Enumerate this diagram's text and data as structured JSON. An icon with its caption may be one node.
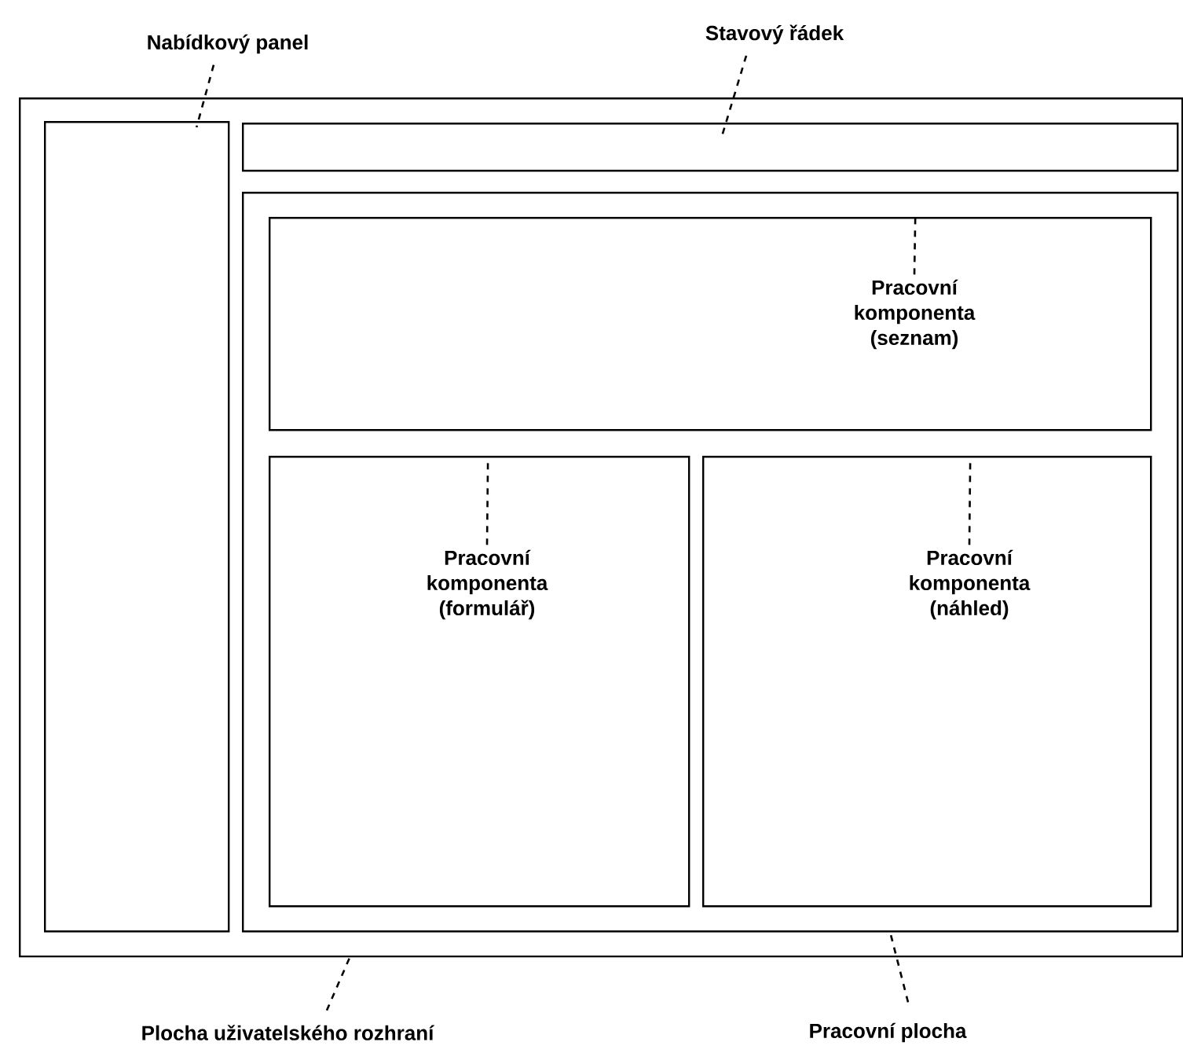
{
  "diagram": {
    "nodes": [
      {
        "text": [
          "Nabídkový panel"
        ]
      },
      {
        "text": [
          "Stavový řádek"
        ]
      },
      {
        "text": [],
        "shape": "box"
      },
      {
        "text": [],
        "shape": "box",
        "in": 2
      },
      {
        "text": [],
        "shape": "box",
        "in": 2
      },
      {
        "text": [],
        "shape": "box",
        "in": 2
      },
      {
        "text": [],
        "shape": "box",
        "in": 5
      },
      {
        "text": [
          "Pracovní komponenta (seznam)"
        ],
        "in": 6
      },
      {
        "text": [],
        "shape": "box",
        "in": 5
      },
      {
        "text": [
          "Pracovní komponenta (formulář)"
        ],
        "in": 8
      },
      {
        "text": [],
        "shape": "box",
        "in": 5
      },
      {
        "text": [
          "Pracovní komponenta (náhled)"
        ],
        "in": 10
      },
      {
        "text": [
          "Plocha uživatelského rozhraní"
        ]
      },
      {
        "text": [
          "Pracovní plocha"
        ]
      }
    ],
    "edges": [
      {
        "from": 0,
        "to": 3,
        "arrow": "none",
        "style": "dashed"
      },
      {
        "from": 1,
        "to": 4,
        "arrow": "none",
        "style": "dashed"
      },
      {
        "from": 7,
        "to": 6,
        "arrow": "none",
        "style": "dashed"
      },
      {
        "from": 9,
        "to": 8,
        "arrow": "none",
        "style": "dashed"
      },
      {
        "from": 11,
        "to": 10,
        "arrow": "none",
        "style": "dashed"
      },
      {
        "from": 12,
        "to": 2,
        "arrow": "none",
        "style": "dashed"
      },
      {
        "from": 13,
        "to": 5,
        "arrow": "none",
        "style": "dashed"
      }
    ]
  }
}
